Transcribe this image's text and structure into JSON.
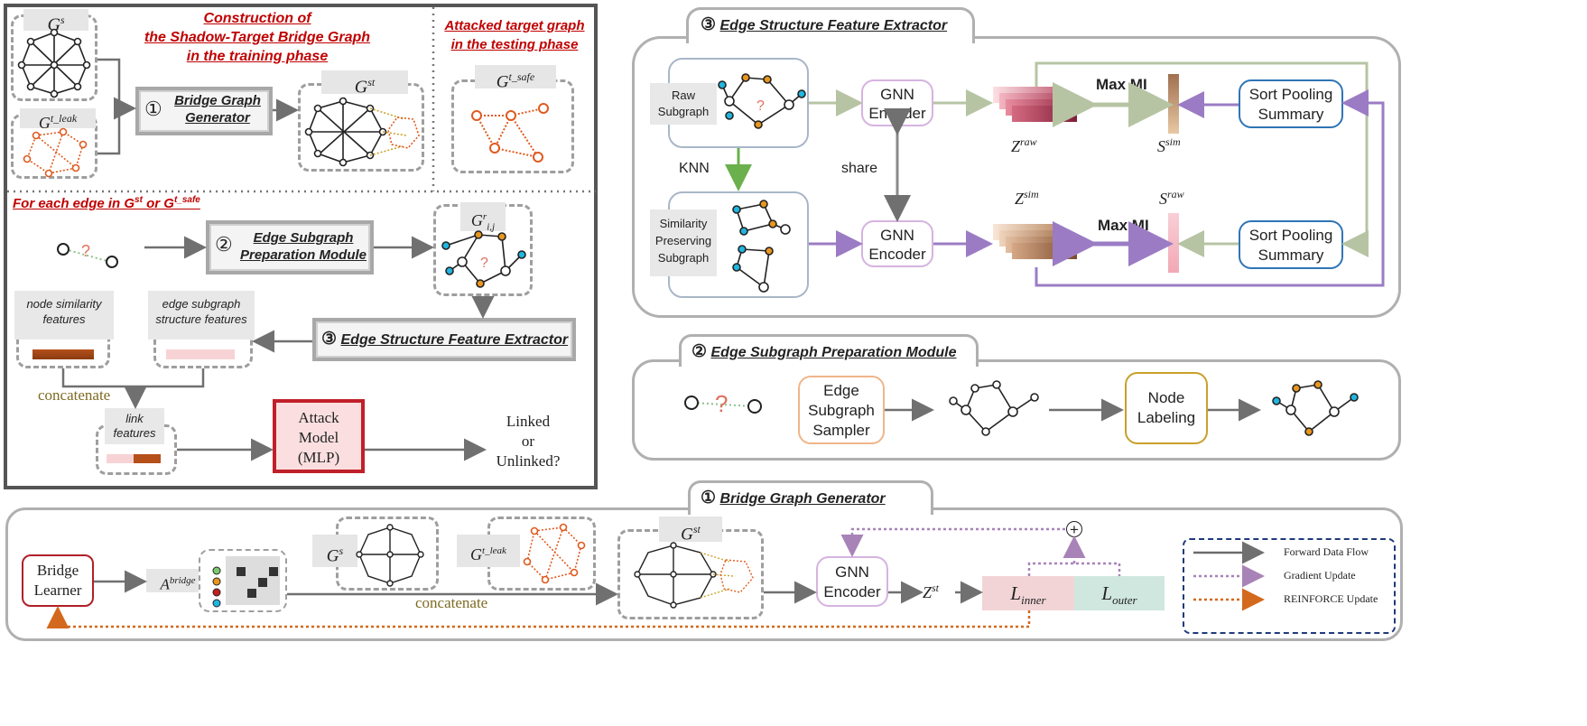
{
  "left_panel": {
    "gs_label": "G",
    "gs_sup": "s",
    "gtleak_label": "G",
    "gtleak_sup": "t_leak",
    "construction_title": [
      "Construction of",
      "the Shadow-Target Bridge Graph",
      "in the training phase"
    ],
    "attacked_title": [
      "Attacked target graph",
      "in the testing phase"
    ],
    "gtsafe_label": "G",
    "gtsafe_sup": "t_safe",
    "bridge_num": "①",
    "bridge_label": [
      "Bridge Graph",
      "Generator"
    ],
    "gst_label": "G",
    "gst_sup": "st",
    "for_each": "For each edge in G",
    "for_each_sup1": "st",
    "for_each_or": " or  G",
    "for_each_sup2": "t_safe",
    "esp_num": "②",
    "esp_label": [
      "Edge Subgraph",
      "Preparation Module"
    ],
    "gij_label": "G",
    "gij_sup": "r",
    "gij_sub": "i,j",
    "node_sim": [
      "node similarity",
      "features"
    ],
    "edge_struct": [
      "edge subgraph",
      "structure   features"
    ],
    "esfe_num": "③",
    "esfe_label": "Edge Structure Feature Extractor",
    "concatenate": "concatenate",
    "link_features": [
      "link",
      "features"
    ],
    "attack_model": [
      "Attack",
      "Model",
      "(MLP)"
    ],
    "result": [
      "Linked",
      "or",
      "Unlinked?"
    ]
  },
  "esfe_panel": {
    "num": "③",
    "title": "Edge Structure Feature Extractor",
    "raw_subgraph": [
      "Raw",
      "Subgraph"
    ],
    "knn": "KNN",
    "sim_subgraph": [
      "Similarity",
      "Preserving",
      "Subgraph"
    ],
    "gnn_encoder": [
      "GNN",
      "Encoder"
    ],
    "share": "share",
    "z_raw": "Z",
    "z_raw_sup": "raw",
    "z_sim": "Z",
    "z_sim_sup": "sim",
    "max_mi": "Max MI",
    "s_sim": "S",
    "s_sim_sup": "sim",
    "s_raw": "S",
    "s_raw_sup": "raw",
    "sort_pooling": [
      "Sort Pooling",
      "Summary"
    ]
  },
  "esp_panel": {
    "num": "②",
    "title": "Edge Subgraph Preparation Module",
    "sampler": [
      "Edge",
      "Subgraph",
      "Sampler"
    ],
    "labeling": [
      "Node",
      "Labeling"
    ]
  },
  "bgg_panel": {
    "num": "①",
    "title": "Bridge Graph Generator",
    "bridge_learner": [
      "Bridge",
      "Learner"
    ],
    "a_bridge": "A",
    "a_bridge_sup": "bridge",
    "gs": "G",
    "gs_sup": "s",
    "gtleak": "G",
    "gtleak_sup": "t_leak",
    "gst": "G",
    "gst_sup": "st",
    "concatenate": "concatenate",
    "gnn_encoder": [
      "GNN",
      "Encoder"
    ],
    "zst": "Z",
    "zst_sup": "st",
    "l_inner": "L",
    "l_inner_sub": "inner",
    "l_outer": "L",
    "l_outer_sub": "outer",
    "plus": "+",
    "legend": [
      {
        "label": "Forward Data Flow",
        "color": "#6b6b6b",
        "style": "solid"
      },
      {
        "label": "Gradient Update",
        "color": "#a883b8",
        "style": "dotted"
      },
      {
        "label": "REINFORCE Update",
        "color": "#d3691c",
        "style": "dotted"
      }
    ]
  },
  "colors": {
    "red_title": "#c00000",
    "orange_node": "#e8961e",
    "cyan_node": "#1fb6e0",
    "green_arrow": "#b7c4a4",
    "purple_arrow": "#9b7cc4",
    "attack_red": "#c0202a",
    "l_inner_bg": "#f2d4d6",
    "l_outer_bg": "#cfe7de"
  }
}
